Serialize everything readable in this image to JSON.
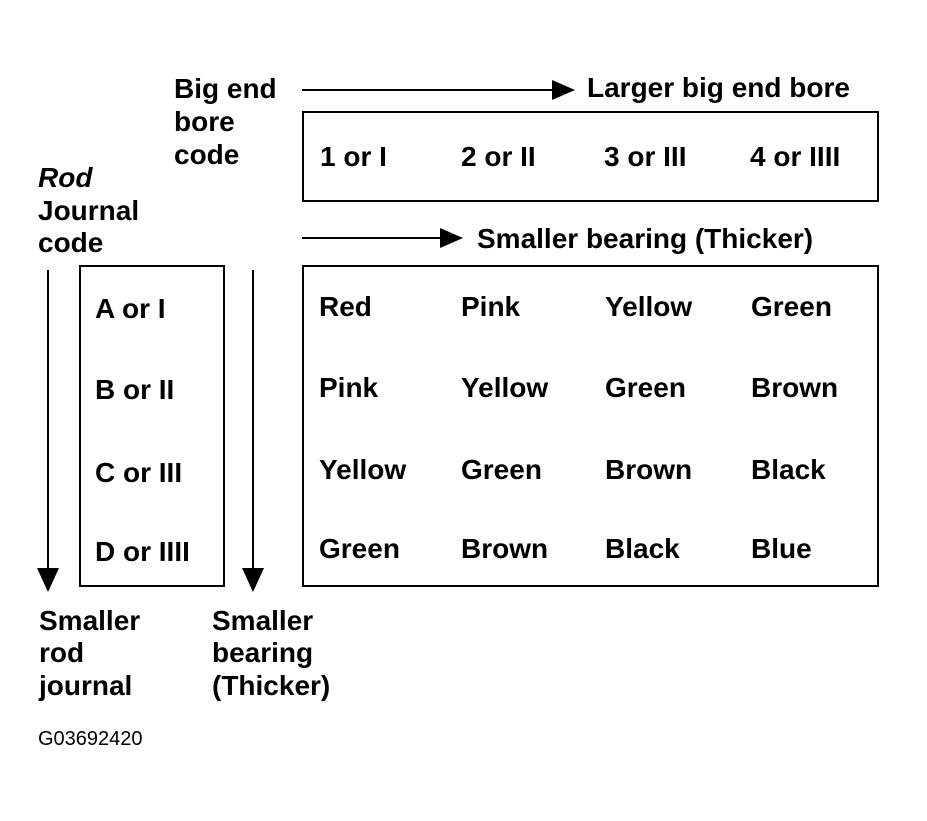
{
  "labels": {
    "big_end_bore_code": [
      "Big end",
      "bore",
      "code"
    ],
    "larger_big_end_bore": "Larger big end bore",
    "rod_journal_code": [
      "Rod",
      "Journal",
      "code"
    ],
    "smaller_bearing_thicker_top": "Smaller bearing (Thicker)",
    "smaller_rod_journal": [
      "Smaller",
      "rod",
      "journal"
    ],
    "smaller_bearing_thicker_bottom": [
      "Smaller",
      "bearing",
      "(Thicker)"
    ],
    "figure_code": "G03692420"
  },
  "bore_codes": [
    "1 or I",
    "2 or II",
    "3 or III",
    "4 or IIII"
  ],
  "journal_codes": [
    "A or I",
    "B or II",
    "C or III",
    "D or IIII"
  ],
  "bearing_colors": [
    [
      "Red",
      "Pink",
      "Yellow",
      "Green"
    ],
    [
      "Pink",
      "Yellow",
      "Green",
      "Brown"
    ],
    [
      "Yellow",
      "Green",
      "Brown",
      "Black"
    ],
    [
      "Green",
      "Brown",
      "Black",
      "Blue"
    ]
  ]
}
